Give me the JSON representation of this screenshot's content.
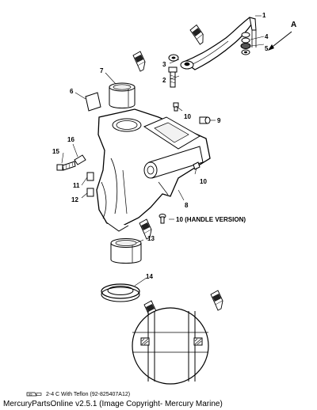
{
  "diagram": {
    "callouts": {
      "c1": "1",
      "c2": "2",
      "c3": "3",
      "c4": "4",
      "c5": "5",
      "c6": "6",
      "c7": "7",
      "c8": "8",
      "c9": "9",
      "c10a": "10",
      "c10b": "10",
      "c10c": "10 (HANDLE VERSION)",
      "c11": "11",
      "c12": "12",
      "c13": "13",
      "c14": "14",
      "c15": "15",
      "c16": "16",
      "cA": "A"
    },
    "tube_mark": "95",
    "legend": {
      "tube_mark": "95",
      "text": "2-4 C With Teflon (92-825407A12)"
    }
  },
  "footer": {
    "app_version": "MercuryPartsOnline v2.5.1",
    "copyright": "(Image Copyright- Mercury Marine)"
  }
}
